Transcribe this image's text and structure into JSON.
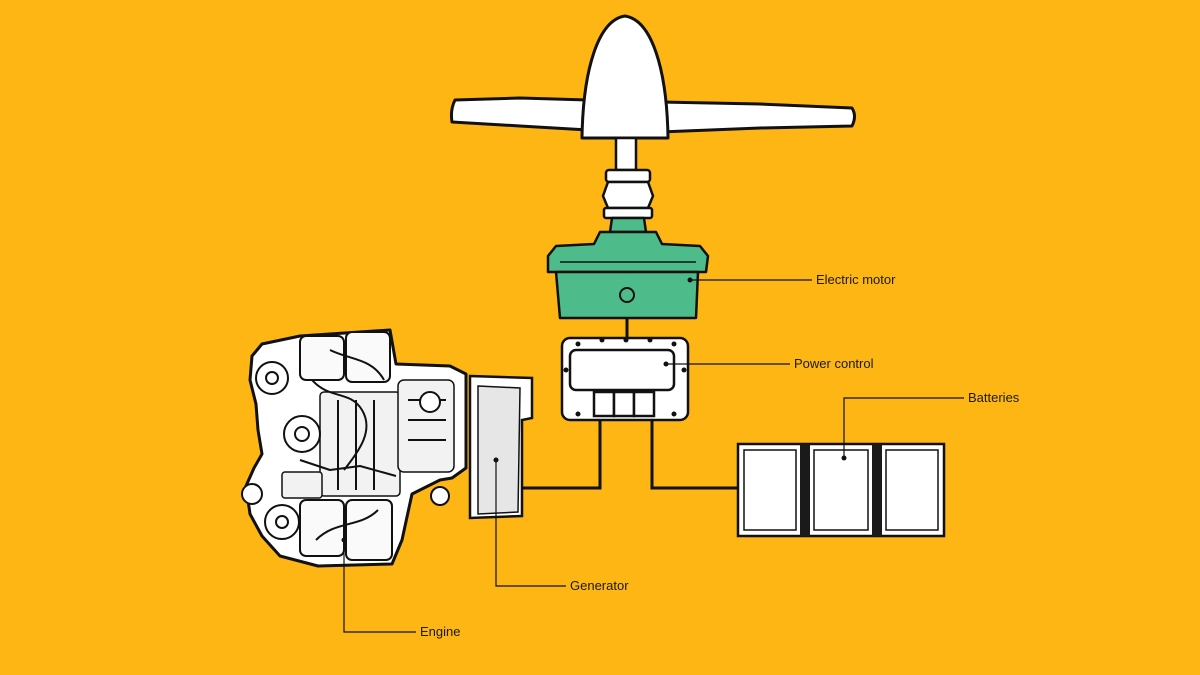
{
  "colors": {
    "background": "#FDB614",
    "motor": "#4EBB8A",
    "line": "#111111",
    "part_fill": "#FFFFFF",
    "battery_band": "#1a1a1a"
  },
  "labels": {
    "electric_motor": "Electric motor",
    "power_control": "Power control",
    "batteries": "Batteries",
    "generator": "Generator",
    "engine": "Engine"
  },
  "components": [
    "propeller",
    "propeller-shaft",
    "electric-motor",
    "power-control",
    "batteries",
    "generator",
    "engine"
  ],
  "battery_cells": 3
}
